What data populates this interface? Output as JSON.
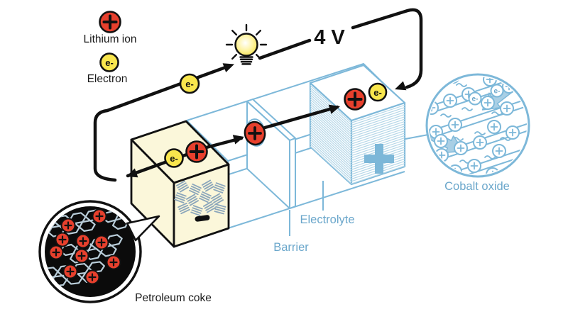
{
  "colors": {
    "red_ion": "#e7402d",
    "yellow_electron": "#f9e64d",
    "cream_electrode": "#fbf7da",
    "blue_line": "#7db8d9",
    "blue_text": "#6ba7cb",
    "blue_fill": "#7cb7d8",
    "black": "#111111"
  },
  "legend": {
    "lithium_ion_label": "Lithium ion",
    "electron_label": "Electron",
    "plus_symbol": "+",
    "electron_symbol": "e-"
  },
  "circuit": {
    "voltage_label": "4 V"
  },
  "cell": {
    "barrier_label": "Barrier",
    "electrolyte_label": "Electrolyte",
    "anode_sign": "−",
    "cathode_sign": "+"
  },
  "insets": {
    "petroleum_coke_label": "Petroleum coke",
    "cobalt_oxide_label": "Cobalt oxide"
  },
  "icons": [
    "light-bulb-icon",
    "lithium-ion-icon",
    "electron-icon",
    "minus-sign-icon",
    "plus-sign-icon"
  ]
}
